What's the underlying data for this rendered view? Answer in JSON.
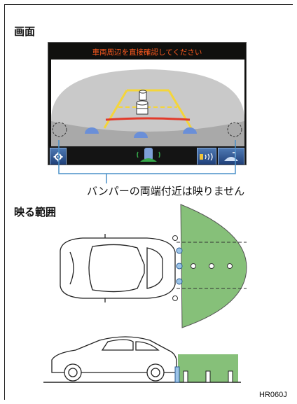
{
  "headings": {
    "screen": "画面",
    "range": "映る範囲"
  },
  "screen": {
    "warning_text": "車両周辺を直接確認してください",
    "icons": [
      "settings-icon",
      "sonar-sensor-icon",
      "parking-sensor-toggle-icon",
      "view-switch-icon"
    ]
  },
  "caption": "バンパーの両端付近は映りません",
  "figure_id": "HR060J",
  "colors": {
    "coverage": "#86c079",
    "warning": "#ff5a1e",
    "guide_yellow": "#f4d53a",
    "guide_red": "#e23a2a",
    "callout": "#4a90c8"
  }
}
